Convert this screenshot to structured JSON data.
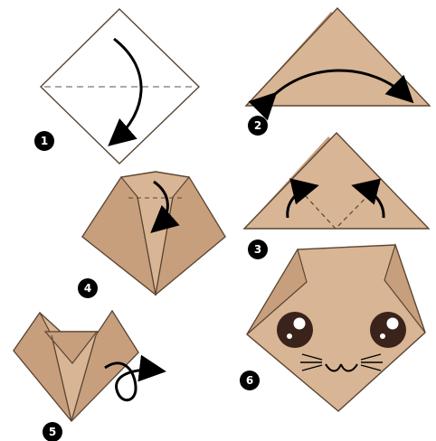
{
  "steps": [
    {
      "label": "1",
      "marker_icon": "step-number-badge"
    },
    {
      "label": "2",
      "marker_icon": "step-number-badge"
    },
    {
      "label": "3",
      "marker_icon": "step-number-badge"
    },
    {
      "label": "4",
      "marker_icon": "step-number-badge"
    },
    {
      "label": "5",
      "marker_icon": "step-number-badge"
    },
    {
      "label": "6",
      "marker_icon": "step-number-badge"
    }
  ],
  "colors": {
    "paper": "#d8b594",
    "paper_shadow": "#c79f7d",
    "outline": "#5a4532",
    "arrow": "#000000",
    "eye_dark": "#3a231b",
    "eye_white": "#ffffff"
  },
  "icons": {
    "fold_arrow": "curved-arrow-icon",
    "turn_over": "flip-loop-arrow-icon"
  }
}
